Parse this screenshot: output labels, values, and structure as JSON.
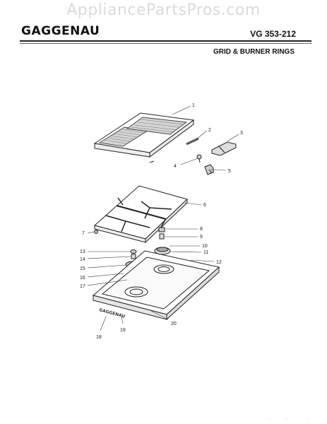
{
  "watermark": "AppliancePartsPros.com",
  "header": {
    "brand": "GAGGENAU",
    "model": "VG 353-212",
    "subtitle": "GRID & BURNER RINGS"
  },
  "diagram": {
    "callouts": [
      "1",
      "2",
      "3",
      "4",
      "5",
      "6",
      "7",
      "8",
      "9",
      "10",
      "11",
      "12",
      "13",
      "14",
      "15",
      "16",
      "17",
      "18",
      "19",
      "20"
    ],
    "embossed_logo": "GAGGENAU"
  },
  "footer": {
    "scan_marks": [
      "·   ·",
      "· ·",
      "·"
    ]
  }
}
